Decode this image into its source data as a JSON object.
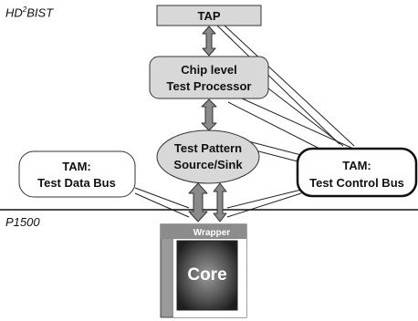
{
  "labels": {
    "hd_prefix": "HD",
    "hd_sup": "2",
    "hd_suffix": "BIST",
    "p1500": "P1500"
  },
  "nodes": {
    "tap": "TAP",
    "processor_line1": "Chip level",
    "processor_line2": "Test Processor",
    "pattern_line1": "Test Pattern",
    "pattern_line2": "Source/Sink",
    "tam_data_line1": "TAM:",
    "tam_data_line2": "Test Data Bus",
    "tam_control_line1": "TAM:",
    "tam_control_line2": "Test Control Bus",
    "wrapper": "Wrapper",
    "core": "Core"
  },
  "colors": {
    "box_fill": "#d8d8d8",
    "box_stroke": "#333333",
    "arrow_fill": "#8a8a8a",
    "wrapper_fill": "#9a9a9a",
    "core_fill": "#3a3a3a"
  }
}
